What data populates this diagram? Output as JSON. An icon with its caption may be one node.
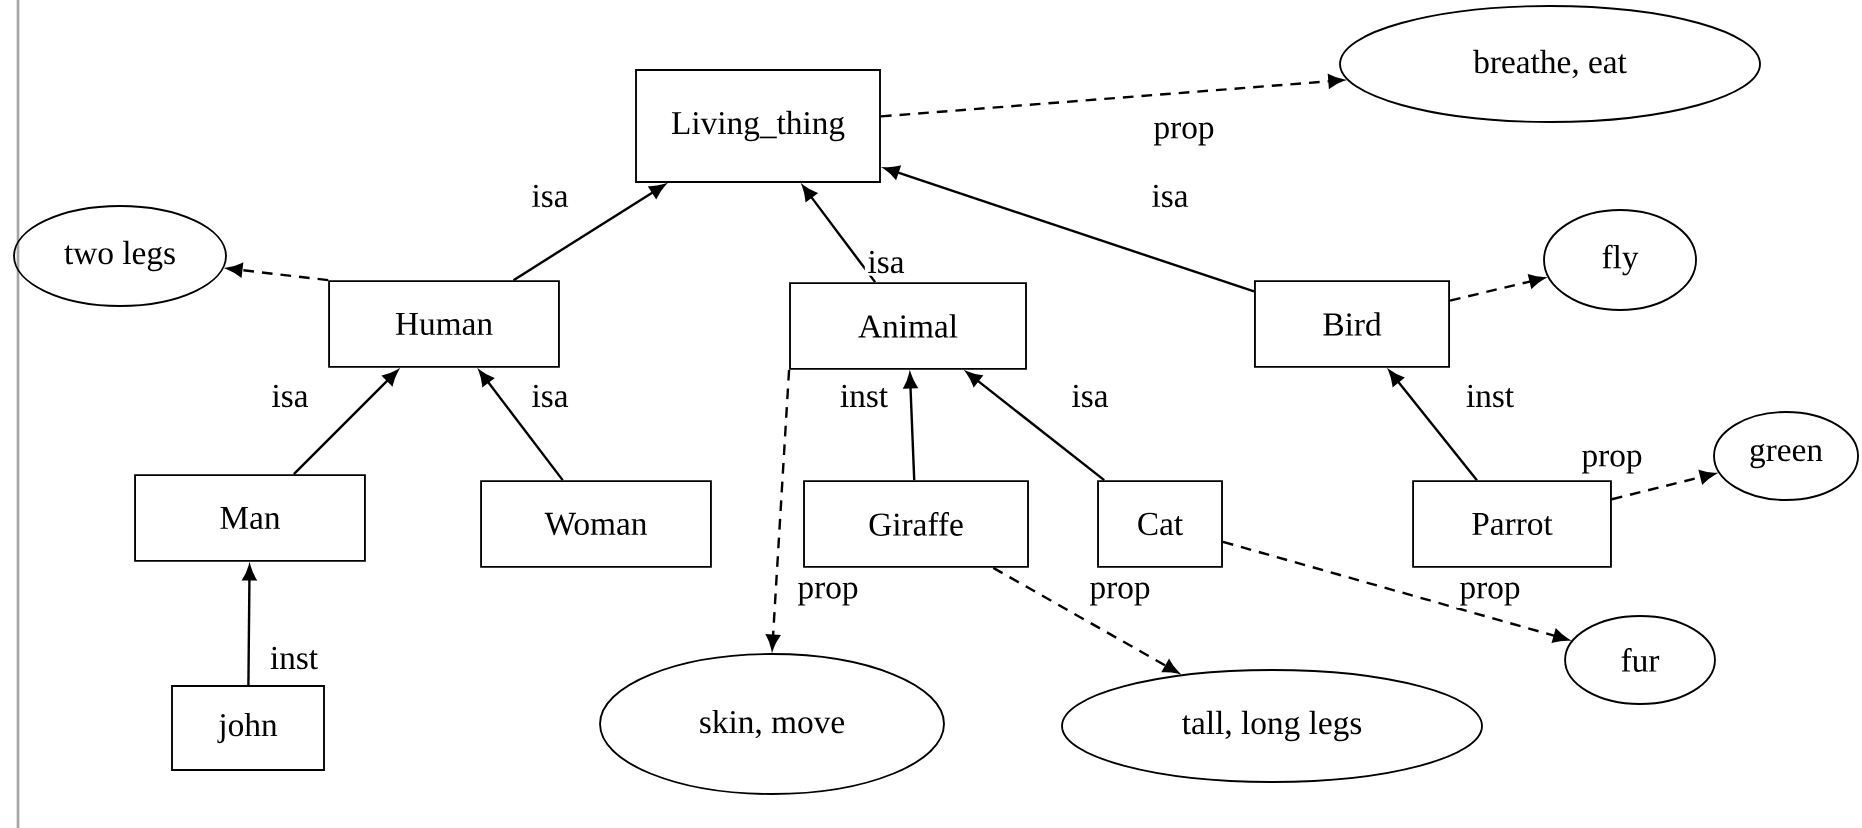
{
  "diagram": {
    "nodes": [
      {
        "text": [
          "Living_thing"
        ]
      },
      {
        "text": [
          "breathe, eat"
        ]
      },
      {
        "text": [
          "two legs"
        ]
      },
      {
        "text": [
          "Human"
        ]
      },
      {
        "text": [
          "Animal"
        ]
      },
      {
        "text": [
          "Bird"
        ]
      },
      {
        "text": [
          "fly"
        ]
      },
      {
        "text": [
          "Man"
        ]
      },
      {
        "text": [
          "Woman"
        ]
      },
      {
        "text": [
          "Giraffe"
        ]
      },
      {
        "text": [
          "Cat"
        ]
      },
      {
        "text": [
          "Parrot"
        ]
      },
      {
        "text": [
          "green"
        ]
      },
      {
        "text": [
          "john"
        ]
      },
      {
        "text": [
          "skin, move"
        ]
      },
      {
        "text": [
          "tall, long legs"
        ]
      },
      {
        "text": [
          "fur"
        ]
      }
    ],
    "edges": [
      {
        "from": 3,
        "to": 0,
        "arrow": "to",
        "label": "isa"
      },
      {
        "from": 4,
        "to": 0,
        "arrow": "to",
        "label": "isa"
      },
      {
        "from": 5,
        "to": 0,
        "arrow": "to",
        "label": "isa"
      },
      {
        "from": 0,
        "to": 1,
        "arrow": "to",
        "label": "prop",
        "style": "dashed"
      },
      {
        "from": 3,
        "to": 2,
        "arrow": "to",
        "style": "dashed"
      },
      {
        "from": 5,
        "to": 6,
        "arrow": "to",
        "style": "dashed"
      },
      {
        "from": 7,
        "to": 3,
        "arrow": "to",
        "label": "isa"
      },
      {
        "from": 8,
        "to": 3,
        "arrow": "to",
        "label": "isa"
      },
      {
        "from": 9,
        "to": 4,
        "arrow": "to",
        "label": "inst"
      },
      {
        "from": 10,
        "to": 4,
        "arrow": "to",
        "label": "isa"
      },
      {
        "from": 11,
        "to": 5,
        "arrow": "to",
        "label": "inst"
      },
      {
        "from": 11,
        "to": 12,
        "arrow": "to",
        "label": "prop",
        "style": "dashed"
      },
      {
        "from": 13,
        "to": 7,
        "arrow": "to",
        "label": "inst"
      },
      {
        "from": 4,
        "to": 14,
        "arrow": "to",
        "label": "prop",
        "style": "dashed"
      },
      {
        "from": 9,
        "to": 15,
        "arrow": "to",
        "label": "prop",
        "style": "dashed"
      },
      {
        "from": 10,
        "to": 16,
        "arrow": "to",
        "label": "prop",
        "style": "dashed"
      }
    ]
  }
}
